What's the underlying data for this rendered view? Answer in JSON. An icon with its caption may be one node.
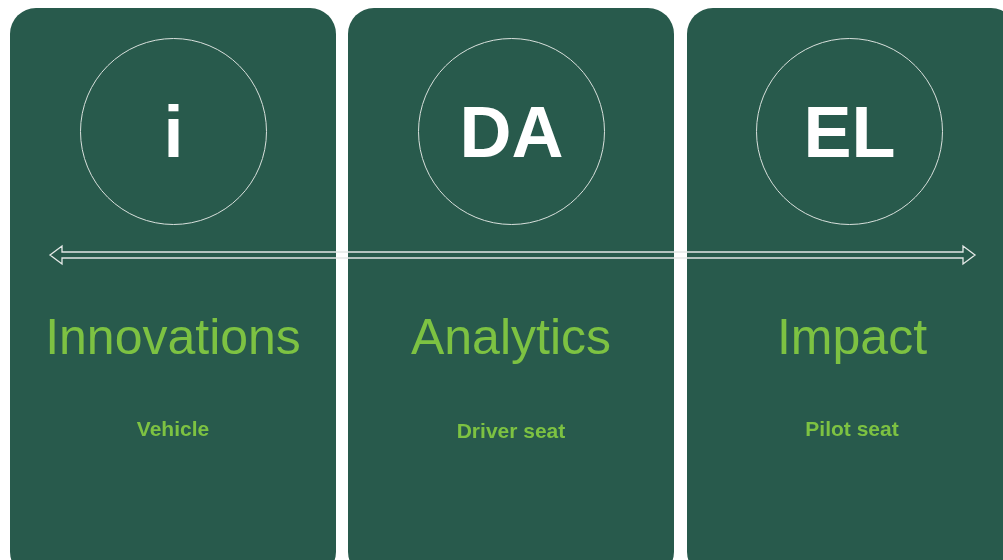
{
  "diagram": {
    "nodes": [
      {
        "text": [
          "Innovations",
          "Vehicle"
        ]
      },
      {
        "text": [
          "i"
        ],
        "in": 0
      },
      {
        "text": [
          "Analytics",
          "Driver seat"
        ]
      },
      {
        "text": [
          "DA"
        ],
        "in": 2
      },
      {
        "text": [
          "Impact",
          "Pilot seat"
        ]
      },
      {
        "text": [
          "EL"
        ],
        "in": 4
      }
    ]
  }
}
